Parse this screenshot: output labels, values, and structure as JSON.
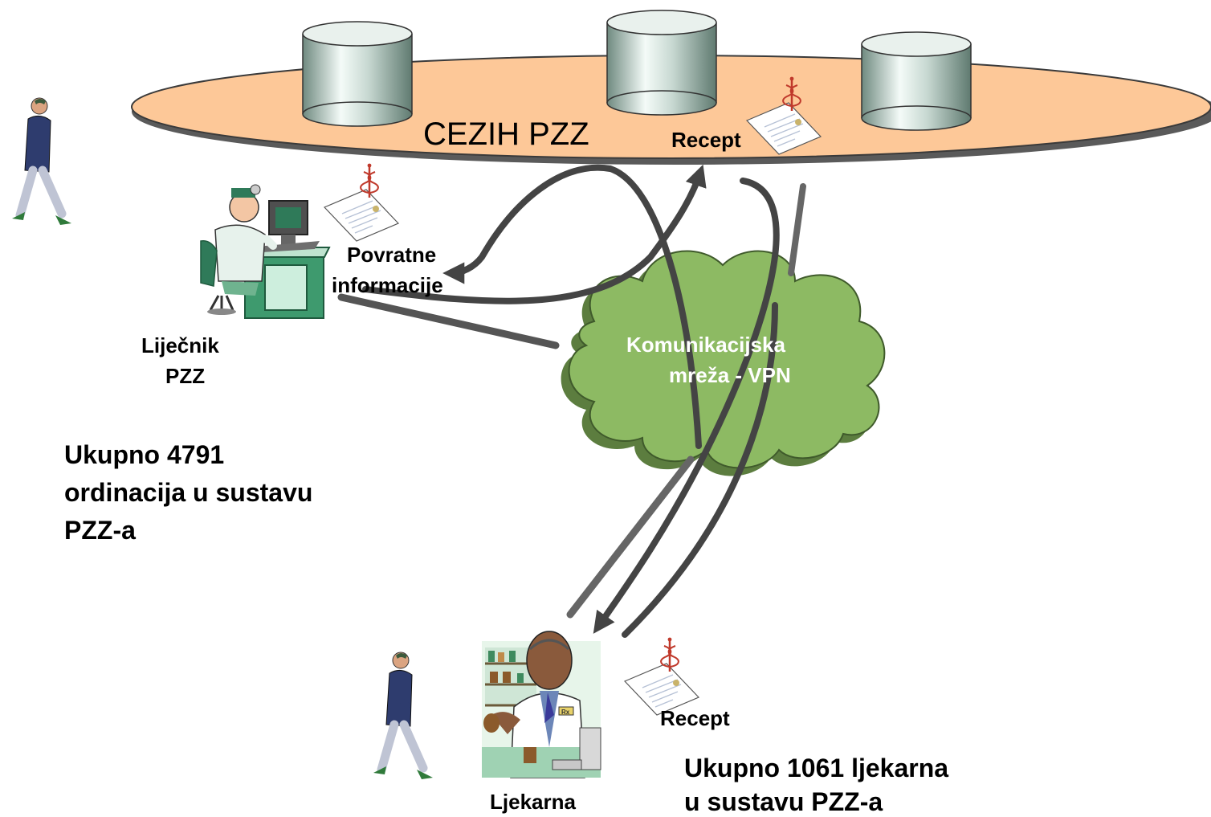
{
  "server_platform": {
    "title": "CEZIH PZZ",
    "recept_label": "Recept"
  },
  "doctor": {
    "label_line1": "Liječnik",
    "label_line2": "PZZ",
    "feedback_line1": "Povratne",
    "feedback_line2": "informacije",
    "summary_line1": "Ukupno 4791",
    "summary_line2": "ordinacija u sustavu",
    "summary_line3": "PZZ-a"
  },
  "network": {
    "line1": "Komunikacijska",
    "line2": "mreža - VPN"
  },
  "pharmacy": {
    "label": "Ljekarna",
    "recept_label": "Recept",
    "summary_line1": "Ukupno 1061 ljekarna",
    "summary_line2": "u sustavu PZZ-a",
    "sign_text": "Rx"
  },
  "colors": {
    "platform_fill": "#fdc898",
    "cloud_fill": "#8dba63",
    "cloud_shadow": "#5c7d3f",
    "arrow": "#444444",
    "caduceus": "#c0392b"
  }
}
